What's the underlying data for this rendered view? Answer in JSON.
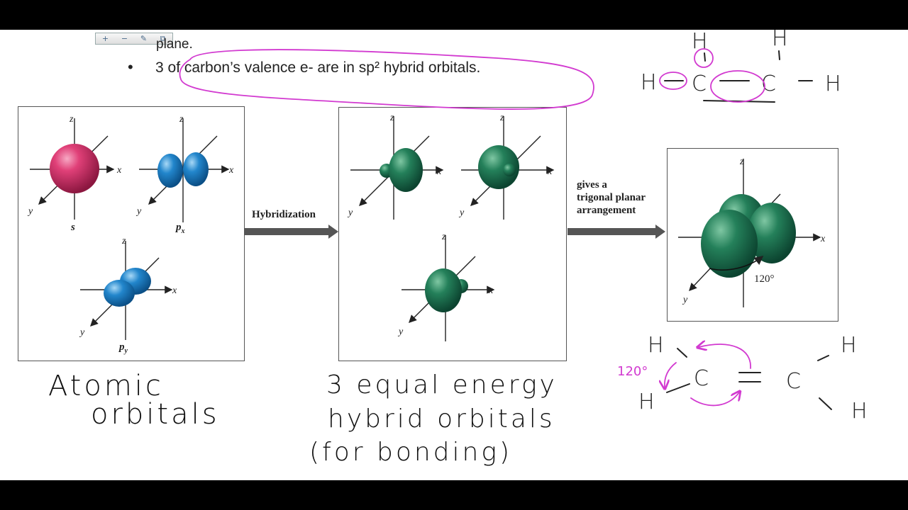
{
  "slide": {
    "line_cut": "plane.",
    "bullet_text": "3 of carbon’s valence e- are in sp² hybrid orbitals."
  },
  "toolbar": {
    "buttons": [
      "+",
      "−",
      "✎",
      "⧉"
    ]
  },
  "panels": {
    "atomic": {
      "labels": {
        "s": "s",
        "px": "p",
        "px_sub": "x",
        "py": "p",
        "py_sub": "y"
      },
      "axis_labels": {
        "x": "x",
        "y": "y",
        "z": "z"
      }
    },
    "hybrid": {
      "axis_labels": {
        "x": "x",
        "y": "y",
        "z": "z"
      }
    },
    "trigonal": {
      "angle": "120°",
      "axis_labels": {
        "x": "x",
        "y": "y",
        "z": "z"
      }
    }
  },
  "arrows": {
    "hybridization": "Hybridization",
    "gives": [
      "gives a",
      "trigonal planar",
      "arrangement"
    ]
  },
  "handwriting": {
    "atomic": [
      "Atomic",
      "orbitals"
    ],
    "hybrid": [
      "3 equal energy",
      "hybrid orbitals",
      "(for bonding)"
    ],
    "angle": "120°",
    "atoms": {
      "h": "H",
      "c": "C"
    }
  },
  "colors": {
    "s_orbital": "#d8336a",
    "p_orbital": "#1f7fc4",
    "hybrid_orbital": "#1f6b4c",
    "annotation_pink": "#d23ad0"
  }
}
